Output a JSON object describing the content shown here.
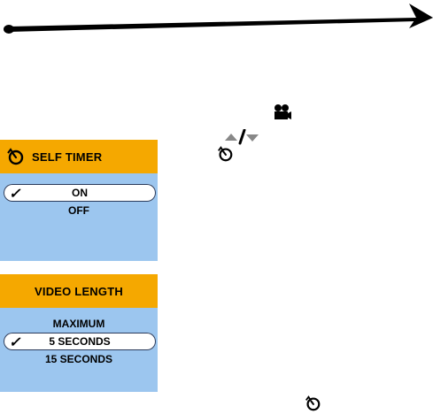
{
  "self_timer_menu": {
    "title": "SELF TIMER",
    "items": [
      {
        "label": "ON",
        "selected": true
      },
      {
        "label": "OFF",
        "selected": false
      }
    ],
    "check_glyph": "✓"
  },
  "video_length_menu": {
    "title": "VIDEO LENGTH",
    "items": [
      {
        "label": "MAXIMUM",
        "selected": false
      },
      {
        "label": "5 SECONDS",
        "selected": true
      },
      {
        "label": "15 SECONDS",
        "selected": false
      }
    ],
    "check_glyph": "✓"
  },
  "icons": {
    "title_icon": "self-timer-icon",
    "inline": [
      "video-camera-icon",
      "up-down-arrows-icon",
      "self-timer-icon",
      "self-timer-icon"
    ]
  },
  "colors": {
    "title_bar": "#f5a800",
    "panel_body": "#9cc6ef",
    "highlight": "#ffffff",
    "ink": "#000000"
  }
}
